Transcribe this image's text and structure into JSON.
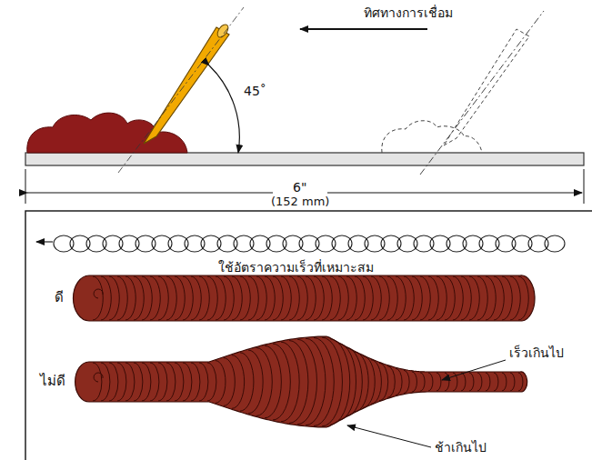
{
  "diagram": {
    "labels": [
      "ทิศทางการเชื่อม",
      "45˚",
      "6\"",
      "(152 mm)",
      "ใช้อัตราความเร็วที่เหมาะสม",
      "ดี",
      "ไม่ดี",
      "เร็วเกินไป",
      "ช้าเกินไป"
    ]
  }
}
